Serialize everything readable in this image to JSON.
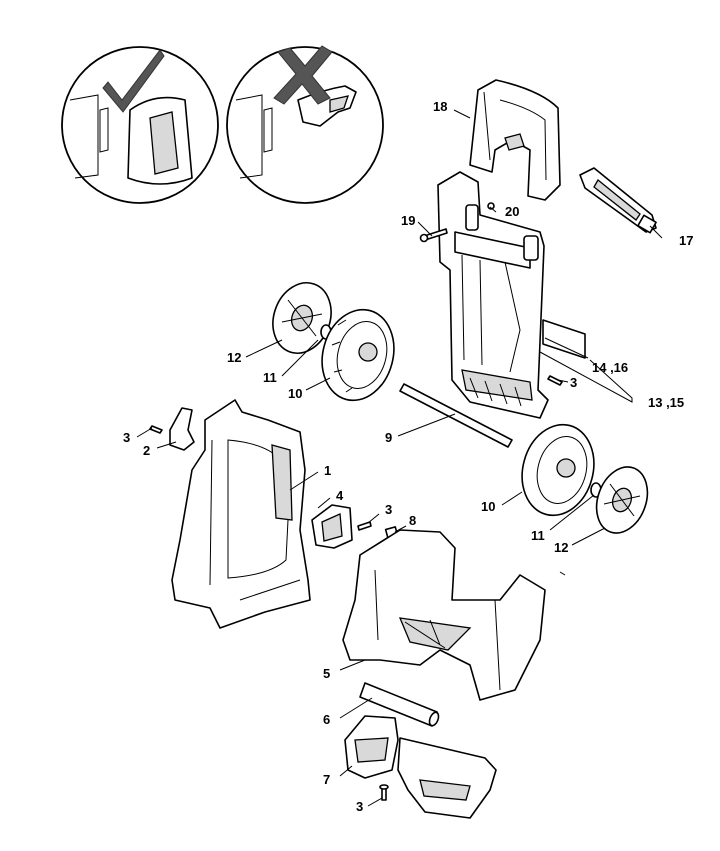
{
  "callouts": [
    {
      "id": "c18",
      "text": "18"
    },
    {
      "id": "c20",
      "text": "20"
    },
    {
      "id": "c17",
      "text": "17"
    },
    {
      "id": "c19",
      "text": "19"
    },
    {
      "id": "c12a",
      "text": "12"
    },
    {
      "id": "c11a",
      "text": "11"
    },
    {
      "id": "c10a",
      "text": "10"
    },
    {
      "id": "c1416",
      "text": "14 ,16"
    },
    {
      "id": "c3a",
      "text": "3"
    },
    {
      "id": "c1315",
      "text": "13 ,15"
    },
    {
      "id": "c9",
      "text": "9"
    },
    {
      "id": "c3b",
      "text": "3"
    },
    {
      "id": "c2",
      "text": "2"
    },
    {
      "id": "c1",
      "text": "1"
    },
    {
      "id": "c4",
      "text": "4"
    },
    {
      "id": "c3c",
      "text": "3"
    },
    {
      "id": "c8",
      "text": "8"
    },
    {
      "id": "c10b",
      "text": "10"
    },
    {
      "id": "c11b",
      "text": "11"
    },
    {
      "id": "c12b",
      "text": "12"
    },
    {
      "id": "c5",
      "text": "5"
    },
    {
      "id": "c6",
      "text": "6"
    },
    {
      "id": "c7",
      "text": "7"
    },
    {
      "id": "c3d",
      "text": "3"
    }
  ],
  "detail_insets": [
    {
      "name": "correct-mount-inset",
      "icon": "check-mark-icon"
    },
    {
      "name": "incorrect-mount-inset",
      "icon": "cross-mark-icon"
    }
  ],
  "colors": {
    "line": "#000000",
    "fill": "#ffffff",
    "mark": "#555555"
  }
}
